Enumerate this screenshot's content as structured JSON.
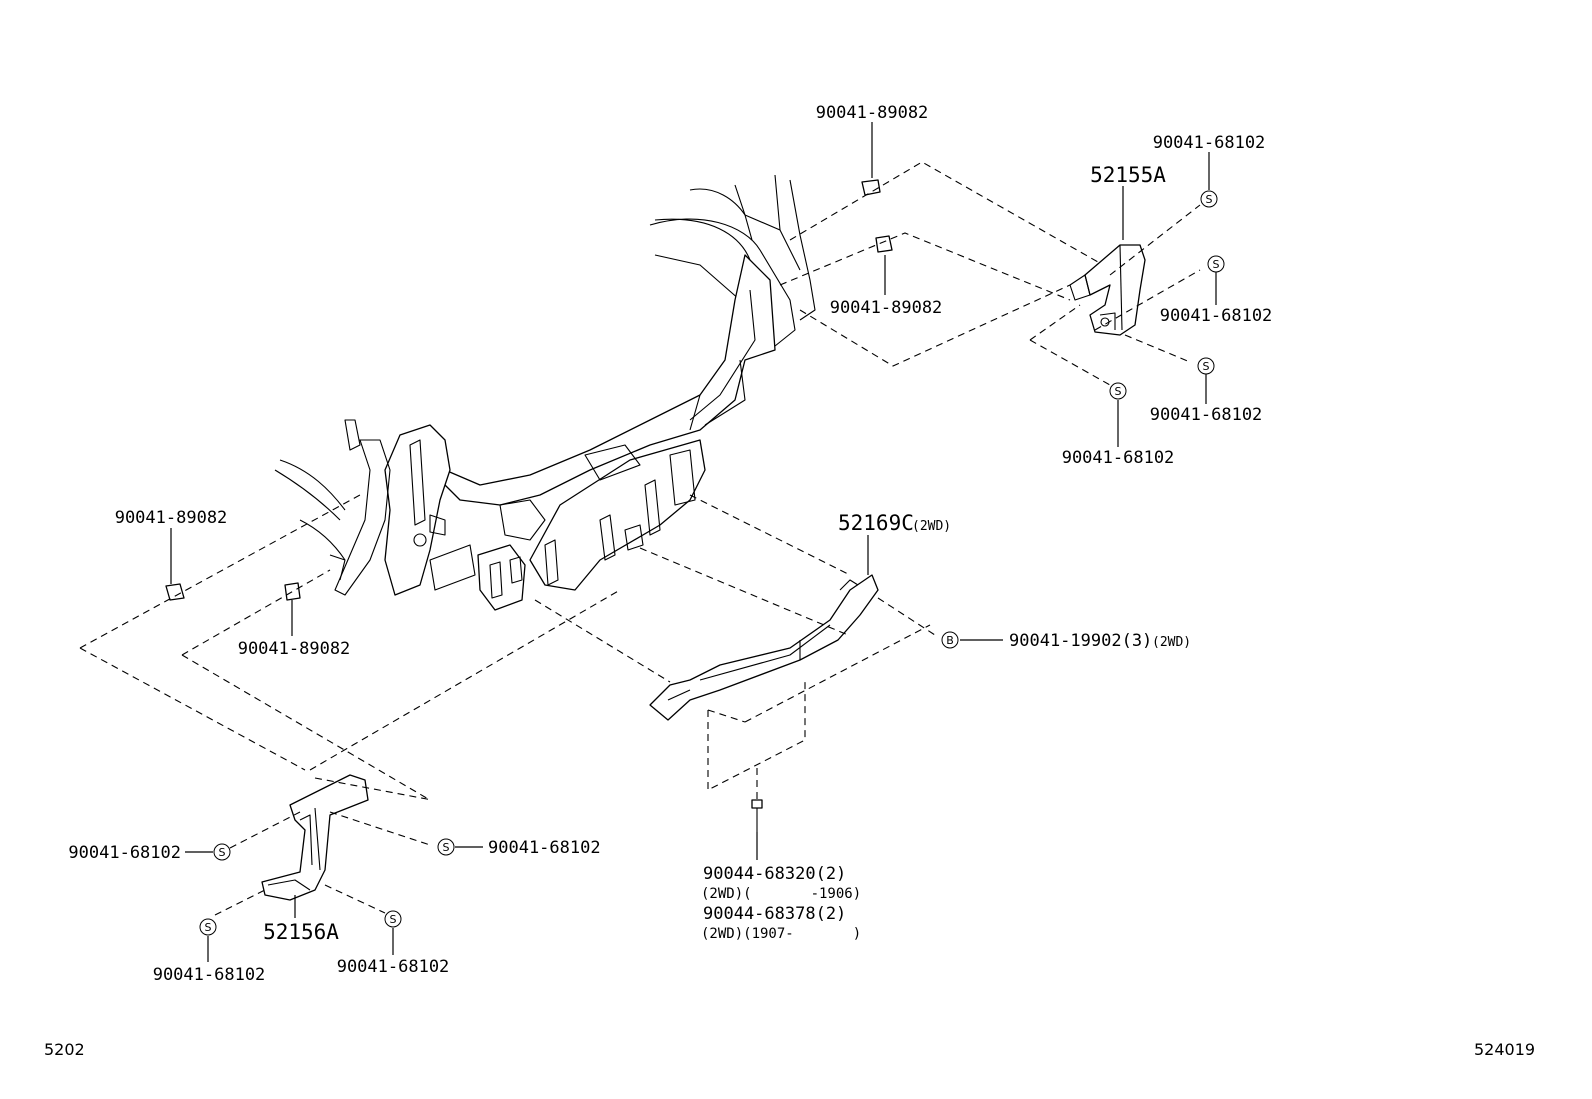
{
  "parts": {
    "bracket_upper_right": "52155A",
    "bracket_lower_left": "52156A",
    "lower_cover": "52169C",
    "lower_cover_note": "(2WD)"
  },
  "fasteners": {
    "clip_top": "90041-89082",
    "clip_upper_mid": "90041-89082",
    "clip_left_outer": "90041-89082",
    "clip_left_inner": "90041-89082",
    "screw_ur_top": "90041-68102",
    "screw_ur_right": "90041-68102",
    "screw_ur_lower_right": "90041-68102",
    "screw_ur_bottom": "90041-68102",
    "screw_ll_left": "90041-68102",
    "screw_ll_right": "90041-68102",
    "screw_ll_bottom_left": "90041-68102",
    "screw_ll_bottom_right": "90041-68102",
    "bolt_b": "90041-19902(3)",
    "bolt_b_note": "(2WD)",
    "bolt_lower_1": "90044-68320(2)",
    "bolt_lower_1_note": "(2WD)(       -1906)",
    "bolt_lower_2": "90044-68378(2)",
    "bolt_lower_2_note": "(2WD)(1907-       )"
  },
  "symbols": {
    "screw": "S",
    "bolt": "B"
  },
  "footer": {
    "left_code": "5202",
    "right_code": "524019"
  }
}
